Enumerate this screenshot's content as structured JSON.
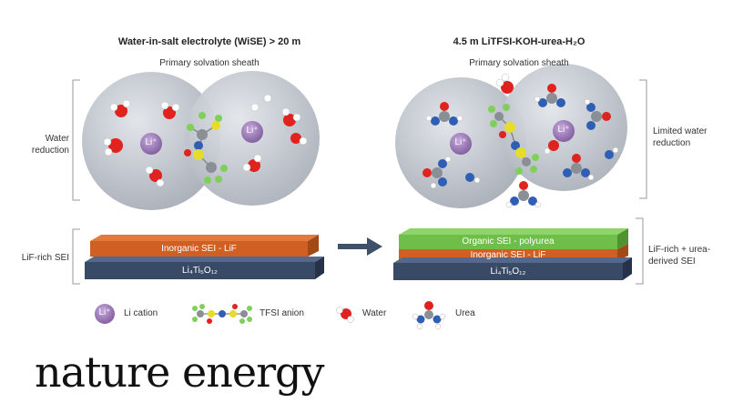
{
  "left_panel": {
    "title": "Water-in-salt electrolyte (WiSE) > 20 m",
    "subtitle": "Primary solvation sheath",
    "side_label": "Water reduction",
    "sei_side_label": "LiF-rich SEI",
    "layers": {
      "inorganic": "Inorganic SEI - LiF",
      "electrode": "Li₄Ti₅O₁₂"
    }
  },
  "right_panel": {
    "title": "4.5 m LiTFSI-KOH-urea-H₂O",
    "subtitle": "Primary solvation sheath",
    "side_label": "Limited water reduction",
    "sei_side_label": "LiF-rich + urea-derived SEI",
    "layers": {
      "organic": "Organic SEI - polyurea",
      "inorganic": "Inorganic SEI - LiF",
      "electrode": "Li₄Ti₅O₁₂"
    }
  },
  "ion_label": "Li⁺",
  "legend": {
    "li": "Li cation",
    "tfsi": "TFSI anion",
    "water": "Water",
    "urea": "Urea"
  },
  "logo": "nature energy",
  "colors": {
    "sphere": "#c4c8cf",
    "li_ion": "#9b7bb4",
    "inorganic": "#cf5f22",
    "organic": "#6fbe4a",
    "electrode": "#394a66",
    "arrow": "#3f5169",
    "oxygen": "#e0231f",
    "hydrogen": "#ffffff",
    "nitrogen": "#2f5fb4",
    "carbon": "#8a8f96",
    "sulfur": "#e6dd2a",
    "fluorine": "#7fcf5a"
  }
}
